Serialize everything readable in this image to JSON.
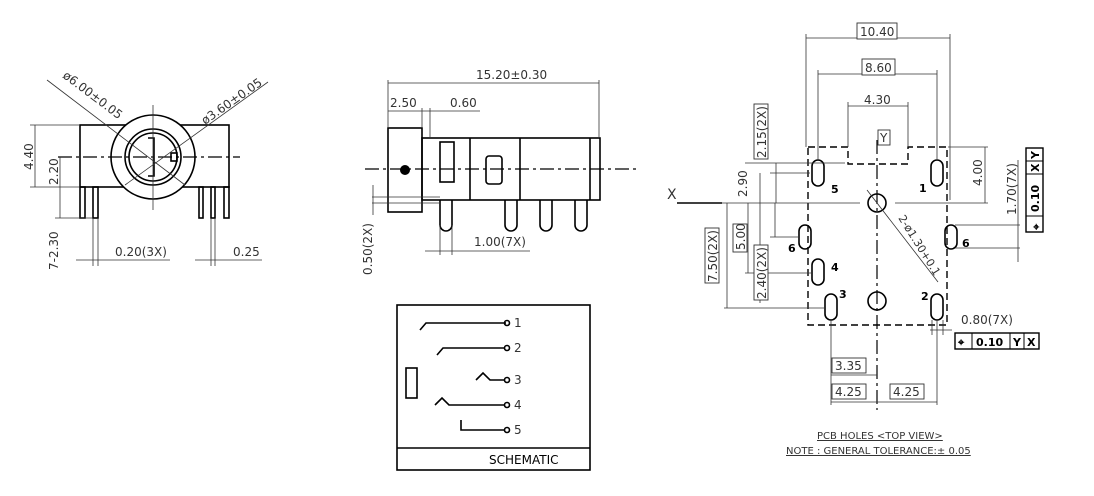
{
  "front_view": {
    "dia_outer": "ø6.00±0.05",
    "dia_inner": "ø3.60±0.05",
    "height": "4.40",
    "center_height": "2.20",
    "pin_length": "7-2.30",
    "pin_width": "0.20(3X)",
    "pin_width2": "0.25"
  },
  "side_view": {
    "length": "15.20±0.30",
    "front_len": "2.50",
    "gap": "0.60",
    "offset": "0.50(2X)",
    "pin_pitch": "1.00(7X)"
  },
  "schematic": {
    "title": "SCHEMATIC",
    "pins": [
      "1",
      "2",
      "3",
      "4",
      "5"
    ]
  },
  "pcb_view": {
    "w_total": "10.40",
    "w_inner": "8.60",
    "notch": "4.30",
    "datum_y": "Y",
    "datum_x": "X",
    "d_215": "2.15(2X)",
    "d_290": "2.90",
    "d_500": "5.00",
    "d_750": "7.50(2X)",
    "d_240": "2.40(2X)",
    "d_400": "4.00",
    "d_170": "1.70(7X)",
    "hole_dia": "2-ø1.30+0.1",
    "slot_w": "0.80(7X)",
    "d_335": "3.35",
    "d_425a": "4.25",
    "d_425b": "4.25",
    "tol1": {
      "sym": "⌖",
      "val": "0.10",
      "refs": [
        "X",
        "Y"
      ]
    },
    "tol2": {
      "sym": "⌖",
      "val": "0.10",
      "refs": [
        "Y",
        "X"
      ]
    },
    "pin_labels": [
      "1",
      "2",
      "3",
      "4",
      "5",
      "6",
      "6"
    ],
    "caption": "PCB HOLES <TOP VIEW>",
    "note": "NOTE : GENERAL TOLERANCE:± 0.05"
  }
}
